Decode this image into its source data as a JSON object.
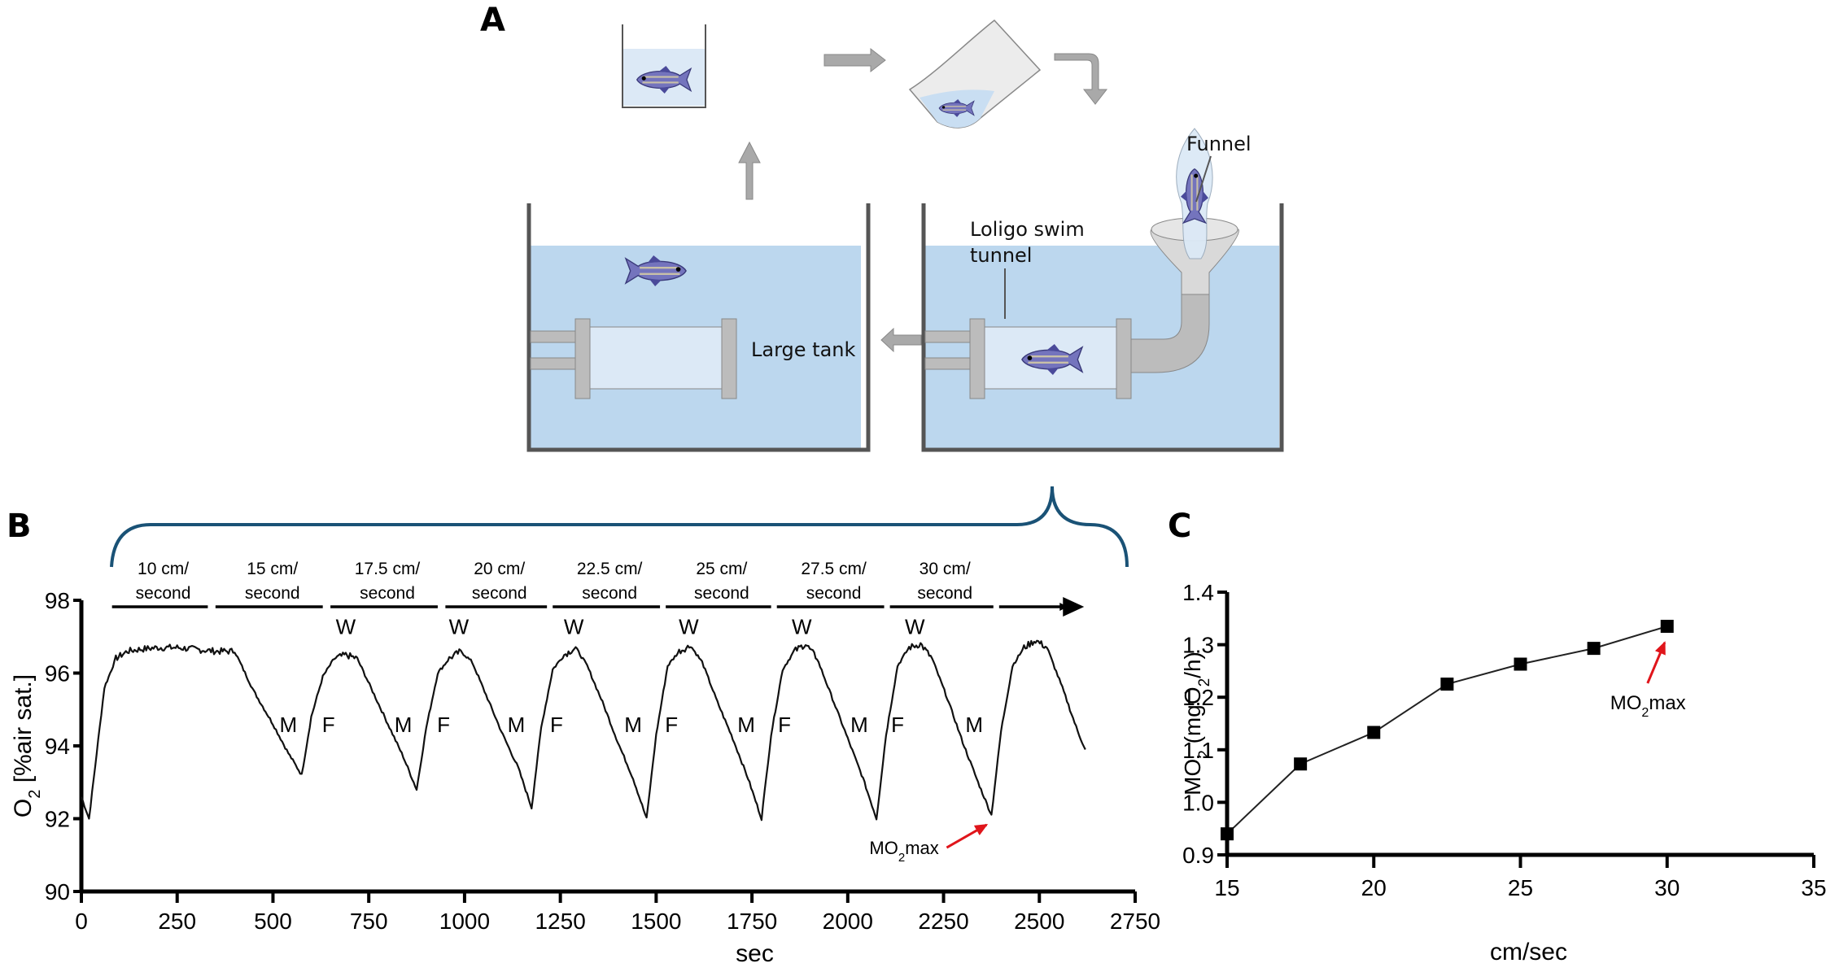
{
  "panels": {
    "a": {
      "letter": "A",
      "labels": {
        "funnel": "Funnel",
        "loligo_line1": "Loligo swim",
        "loligo_line2": "tunnel",
        "large_tank": "Large tank"
      },
      "colors": {
        "water": "#bcd7ee",
        "water_light": "#dce9f6",
        "gray": "#a9a9a9",
        "fish": "#6f6fb7"
      }
    },
    "b": {
      "letter": "B"
    },
    "c": {
      "letter": "C"
    }
  },
  "chart_data": [
    {
      "id": "panel-b",
      "type": "line",
      "title": "",
      "xlabel": "sec",
      "ylabel": "O2 [%air sat.]",
      "ylabel_main": "O",
      "ylabel_sub": "2",
      "ylabel_rest": " [%air sat.]",
      "xlim": [
        0,
        2750
      ],
      "ylim": [
        90,
        98
      ],
      "xticks": [
        0,
        250,
        500,
        750,
        1000,
        1250,
        1500,
        1750,
        2000,
        2250,
        2500,
        2750
      ],
      "yticks": [
        90,
        92,
        94,
        96,
        98
      ],
      "grid": false,
      "series": [
        {
          "name": "O2",
          "x": [
            0,
            20,
            40,
            60,
            90,
            120,
            150,
            200,
            250,
            300,
            350,
            380,
            400,
            450,
            500,
            540,
            575,
            600,
            630,
            660,
            690,
            720,
            760,
            800,
            840,
            875,
            900,
            930,
            960,
            990,
            1020,
            1060,
            1100,
            1140,
            1175,
            1200,
            1230,
            1260,
            1290,
            1320,
            1360,
            1400,
            1440,
            1475,
            1500,
            1530,
            1560,
            1590,
            1620,
            1660,
            1700,
            1740,
            1775,
            1800,
            1830,
            1860,
            1890,
            1920,
            1960,
            2000,
            2040,
            2075,
            2100,
            2130,
            2160,
            2190,
            2220,
            2260,
            2300,
            2340,
            2375,
            2400,
            2430,
            2460,
            2490,
            2520,
            2560,
            2600,
            2620
          ],
          "y": [
            92.6,
            92.0,
            93.8,
            95.6,
            96.4,
            96.6,
            96.65,
            96.7,
            96.7,
            96.65,
            96.6,
            96.6,
            96.6,
            95.5,
            94.6,
            93.8,
            93.2,
            94.8,
            95.9,
            96.4,
            96.5,
            96.4,
            95.5,
            94.6,
            93.7,
            92.8,
            94.5,
            96.0,
            96.4,
            96.6,
            96.3,
            95.3,
            94.3,
            93.4,
            92.3,
            94.5,
            96.1,
            96.5,
            96.7,
            96.2,
            95.2,
            94.1,
            93.1,
            92.0,
            94.3,
            96.2,
            96.6,
            96.75,
            96.3,
            95.2,
            94.2,
            93.1,
            92.0,
            94.3,
            96.1,
            96.6,
            96.8,
            96.4,
            95.3,
            94.2,
            93.1,
            92.0,
            94.3,
            96.2,
            96.7,
            96.8,
            96.4,
            95.3,
            94.1,
            93.0,
            92.1,
            94.4,
            96.2,
            96.7,
            96.9,
            96.7,
            95.6,
            94.4,
            93.9
          ]
        }
      ],
      "segments": [
        {
          "line1": "10 cm/",
          "line2": "second",
          "x_start": 80,
          "x_end": 330
        },
        {
          "line1": "15 cm/",
          "line2": "second",
          "x_start": 350,
          "x_end": 630
        },
        {
          "line1": "17.5 cm/",
          "line2": "second",
          "x_start": 650,
          "x_end": 930
        },
        {
          "line1": "20 cm/",
          "line2": "second",
          "x_start": 950,
          "x_end": 1215
        },
        {
          "line1": "22.5 cm/",
          "line2": "second",
          "x_start": 1230,
          "x_end": 1510
        },
        {
          "line1": "25 cm/",
          "line2": "second",
          "x_start": 1525,
          "x_end": 1800
        },
        {
          "line1": "27.5 cm/",
          "line2": "second",
          "x_start": 1815,
          "x_end": 2095
        },
        {
          "line1": "30 cm/",
          "line2": "second",
          "x_start": 2110,
          "x_end": 2380
        }
      ],
      "final_arrow": {
        "x_start": 2395,
        "x_end": 2570
      },
      "annotations": [
        {
          "text": "M",
          "x": 540,
          "y": 94.6
        },
        {
          "text": "F",
          "x": 645,
          "y": 94.6
        },
        {
          "text": "W",
          "x": 690,
          "y": 97.3
        },
        {
          "text": "M",
          "x": 840,
          "y": 94.6
        },
        {
          "text": "F",
          "x": 945,
          "y": 94.6
        },
        {
          "text": "W",
          "x": 985,
          "y": 97.3
        },
        {
          "text": "M",
          "x": 1135,
          "y": 94.6
        },
        {
          "text": "F",
          "x": 1240,
          "y": 94.6
        },
        {
          "text": "W",
          "x": 1285,
          "y": 97.3
        },
        {
          "text": "M",
          "x": 1440,
          "y": 94.6
        },
        {
          "text": "F",
          "x": 1540,
          "y": 94.6
        },
        {
          "text": "W",
          "x": 1585,
          "y": 97.3
        },
        {
          "text": "M",
          "x": 1735,
          "y": 94.6
        },
        {
          "text": "F",
          "x": 1835,
          "y": 94.6
        },
        {
          "text": "W",
          "x": 1880,
          "y": 97.3
        },
        {
          "text": "M",
          "x": 2030,
          "y": 94.6
        },
        {
          "text": "F",
          "x": 2130,
          "y": 94.6
        },
        {
          "text": "W",
          "x": 2175,
          "y": 97.3
        },
        {
          "text": "M",
          "x": 2330,
          "y": 94.6
        }
      ],
      "highlight": {
        "text_main": "MO",
        "text_sub": "2",
        "text_rest": "max",
        "color": "#e0151b",
        "point_x": 2375,
        "point_y": 92.1
      }
    },
    {
      "id": "panel-c",
      "type": "line",
      "title": "",
      "xlabel": "cm/sec",
      "ylabel": "MO2 (mgO2/h)",
      "xlim": [
        15,
        35
      ],
      "ylim": [
        0.9,
        1.4
      ],
      "xticks": [
        15,
        20,
        25,
        30,
        35
      ],
      "yticks": [
        0.9,
        1.0,
        1.1,
        1.2,
        1.3,
        1.4
      ],
      "ytick_labels": [
        "0.9",
        "1.0",
        "1.1",
        "1.2",
        "1.3",
        "1.4"
      ],
      "grid": false,
      "series": [
        {
          "name": "MO2",
          "marker": "square",
          "x": [
            15,
            17.5,
            20,
            22.5,
            25,
            27.5,
            30
          ],
          "y": [
            0.94,
            1.073,
            1.133,
            1.225,
            1.263,
            1.293,
            1.335
          ]
        }
      ],
      "highlight": {
        "text_main": "MO",
        "text_sub": "2",
        "text_rest": "max",
        "color": "#e0151b",
        "point_x": 30,
        "point_y": 1.335
      }
    }
  ]
}
